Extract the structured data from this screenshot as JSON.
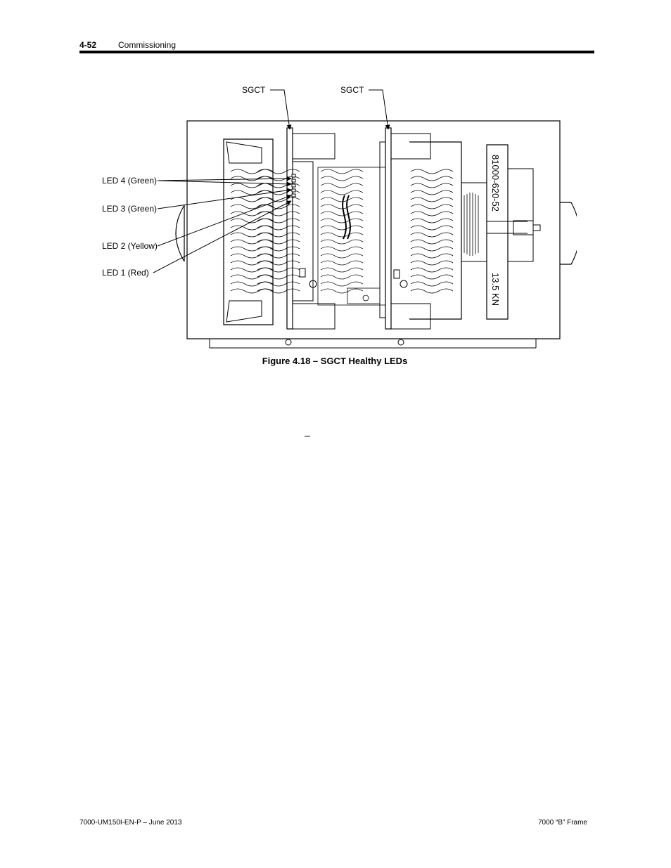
{
  "header": {
    "page_number": "4-52",
    "section": "Commissioning"
  },
  "figure": {
    "callouts": {
      "sgct_left": "SGCT",
      "sgct_right": "SGCT",
      "led4": "LED 4 (Green)",
      "led3": "LED 3 (Green)",
      "led2": "LED 2 (Yellow)",
      "led1": "LED 1 (Red)"
    },
    "part_number": "81000-620-52",
    "rating": "13.5 KN",
    "caption": "Figure 4.18 – SGCT Healthy LEDs"
  },
  "footer": {
    "left": "7000-UM150I-EN-P – June 2013",
    "right": "7000 “B” Frame"
  }
}
